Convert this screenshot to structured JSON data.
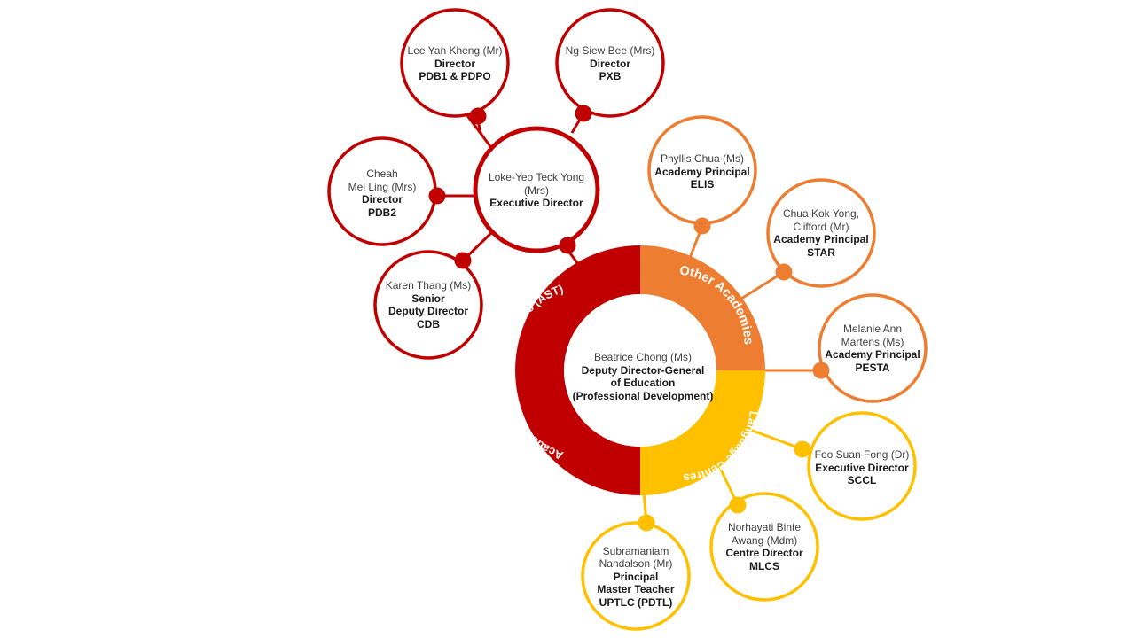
{
  "colors": {
    "red": "#c00000",
    "orange": "#ed7d31",
    "yellow": "#ffc000"
  },
  "center": {
    "name": "Beatrice Chong (Ms)",
    "role_lines": [
      "Deputy Director-General",
      "of Education",
      "(Professional Development)"
    ]
  },
  "ring_labels": {
    "ast": "Academy of Singapore Teachers (AST)",
    "other": "Other Academies",
    "language": "Language Centres"
  },
  "executive": {
    "name_lines": [
      "Loke-Yeo Teck Yong",
      "(Mrs)"
    ],
    "role_lines": [
      "Executive Director"
    ]
  },
  "ast_directors": [
    {
      "name_lines": [
        "Lee Yan Kheng (Mr)"
      ],
      "role_lines": [
        "Director",
        "PDB1 & PDPO"
      ]
    },
    {
      "name_lines": [
        "Ng Siew Bee (Mrs)"
      ],
      "role_lines": [
        "Director",
        "PXB"
      ]
    },
    {
      "name_lines": [
        "Cheah",
        "Mei Ling (Mrs)"
      ],
      "role_lines": [
        "Director",
        "PDB2"
      ]
    },
    {
      "name_lines": [
        "Karen Thang (Ms)"
      ],
      "role_lines": [
        "Senior",
        "Deputy Director",
        "CDB"
      ]
    }
  ],
  "other_academies": [
    {
      "name_lines": [
        "Phyllis Chua (Ms)"
      ],
      "role_lines": [
        "Academy Principal",
        "ELIS"
      ]
    },
    {
      "name_lines": [
        "Chua Kok Yong,",
        "Clifford (Mr)"
      ],
      "role_lines": [
        "Academy Principal",
        "STAR"
      ]
    },
    {
      "name_lines": [
        "Melanie Ann",
        "Martens (Ms)"
      ],
      "role_lines": [
        "Academy Principal",
        "PESTA"
      ]
    }
  ],
  "language_centres": [
    {
      "name_lines": [
        "Foo Suan Fong (Dr)"
      ],
      "role_lines": [
        "Executive Director",
        "SCCL"
      ]
    },
    {
      "name_lines": [
        "Norhayati Binte",
        "Awang (Mdm)"
      ],
      "role_lines": [
        "Centre Director",
        "MLCS"
      ]
    },
    {
      "name_lines": [
        "Subramaniam",
        "Nandalson (Mr)"
      ],
      "role_lines": [
        "Principal",
        "Master Teacher",
        "UPTLC (PDTL)"
      ]
    }
  ]
}
